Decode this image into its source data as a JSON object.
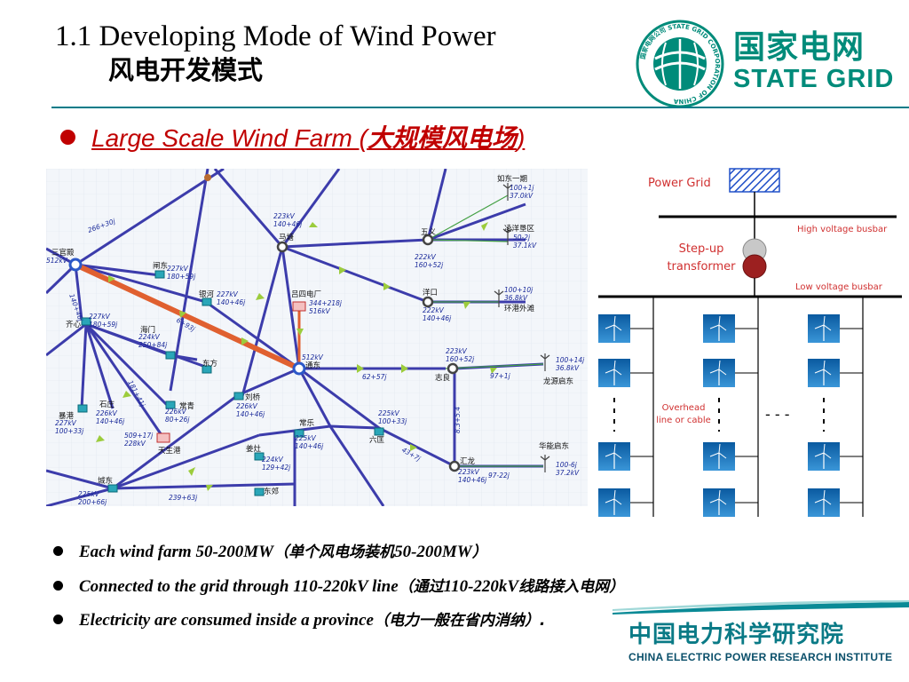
{
  "header": {
    "title_en": "1.1 Developing Mode of Wind Power",
    "title_zh": "风电开发模式",
    "logo_text": "国家电网公司 STATE GRID CORPORATION OF CHINA",
    "brand_zh": "国家电网",
    "brand_en": "STATE GRID",
    "accent_color": "#007b88"
  },
  "subtitle": {
    "en": "Large Scale Wind Farm (",
    "zh": "大规模风电场",
    "close": ")",
    "color": "#c00000"
  },
  "map": {
    "nodes": [
      {
        "id": "sanguandian",
        "label": "三官殿",
        "value": "512kV"
      },
      {
        "id": "matang",
        "label": "马塘",
        "value": "223kV\n140+46j"
      },
      {
        "id": "wuyi",
        "label": "五义",
        "value": "222kV\n160+52j"
      },
      {
        "id": "yangkou",
        "label": "洋口",
        "value": "222kV\n140+46j"
      },
      {
        "id": "rudong1",
        "label": "如东一期",
        "value": "100+1j\n37.0kV"
      },
      {
        "id": "lingyang",
        "label": "凌洋垦区",
        "value": "50-2j\n37.1kV"
      },
      {
        "id": "huangang",
        "label": "环港外滩",
        "value": "100+10j\n36.8kV"
      },
      {
        "id": "longyuan",
        "label": "龙源启东",
        "value": "100+14j\n36.8kV"
      },
      {
        "id": "huaneng",
        "label": "华能启东",
        "value": "100-6j\n37.2kV"
      },
      {
        "id": "lvsi",
        "label": "吕四电厂",
        "value": "344+218j\n516kV"
      },
      {
        "id": "tongdong",
        "label": "通东",
        "value": "512kV"
      },
      {
        "id": "zhiliang",
        "label": "志良",
        "value": "223kV\n160+52j"
      },
      {
        "id": "huilong",
        "label": "汇龙",
        "value": "223kV\n140+46j"
      },
      {
        "id": "qixin",
        "label": "齐心",
        "value": "227kV\n180+59j"
      },
      {
        "id": "jiangang",
        "label": "暴港",
        "value": "227kV\n100+33j"
      },
      {
        "id": "minghe",
        "label": "闸东",
        "value": "227kV\n180+59j"
      },
      {
        "id": "yinhe",
        "label": "银河",
        "value": "227kV\n140+46j"
      },
      {
        "id": "haimen",
        "label": "海门",
        "value": "224kV\n250+84j"
      },
      {
        "id": "dongfang",
        "label": "东方",
        "value": ""
      },
      {
        "id": "shizhuang",
        "label": "石庄",
        "value": "226kV\n140+46j"
      },
      {
        "id": "changqing",
        "label": "常青",
        "value": "226kV\n80+26j"
      },
      {
        "id": "tianshenggang",
        "label": "天生港",
        "value": "509+17j\n228kV"
      },
      {
        "id": "liuqiao",
        "label": "刘桥",
        "value": "226kV\n140+46j"
      },
      {
        "id": "changle",
        "label": "常乐",
        "value": "225kV\n140+46j"
      },
      {
        "id": "liudian",
        "label": "六匡",
        "value": "225kV\n100+33j"
      },
      {
        "id": "jiangzao",
        "label": "姜灶",
        "value": "224kV\n129+42j"
      },
      {
        "id": "chengdong",
        "label": "城东",
        "value": "225kV\n200+66j"
      },
      {
        "id": "dongjiao",
        "label": "东郊",
        "value": ""
      }
    ],
    "flows": {
      "f1": "266+30j",
      "f2": "6+93j",
      "f3": "181+41j",
      "f4": "62+57j",
      "f5": "97+1j",
      "f6": "8.3+5.4",
      "f7": "43+7j",
      "f8": "97-22j",
      "f9": "239+63j",
      "f10": "140+46j"
    }
  },
  "schematic": {
    "power_grid": "Power Grid",
    "high_busbar": "High voltage busbar",
    "transformer": "Step-up\ntransformer",
    "low_busbar": "Low voltage busbar",
    "overhead": "Overhead\nline or cable",
    "turbines_per_column": 4,
    "columns": 3
  },
  "bullets": [
    {
      "en": "Each wind farm 50-200MW",
      "zh_open": "（",
      "zh": "单个风电场装机",
      "mix": "50-200MW",
      "zh_close": "）"
    },
    {
      "en": "Connected to the grid through 110-220kV line",
      "zh_open": "（",
      "zh": "通过",
      "mix": "110-220kV",
      "zh2": "线路接入电网",
      "zh_close": "）"
    },
    {
      "en": "Electricity are consumed inside a province",
      "zh_open": "（",
      "zh": "电力一般在省内消纳",
      "zh_close": "）."
    }
  ],
  "footer": {
    "zh": "中国电力科学研究院",
    "en": "CHINA ELECTRIC POWER RESEARCH INSTITUTE"
  }
}
